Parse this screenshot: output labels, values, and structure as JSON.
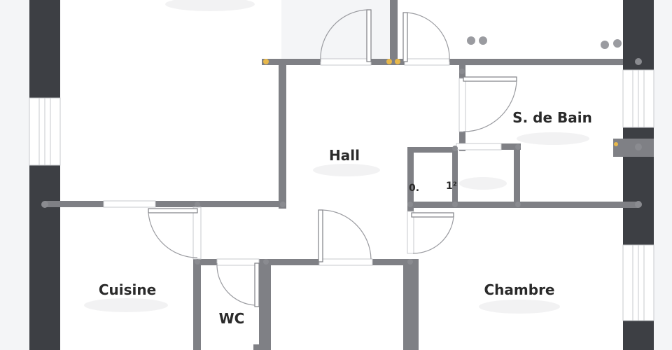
{
  "colors": {
    "background": "#f4f5f7",
    "room_fill": "#ffffff",
    "wall": "#7f8085",
    "outer_wall": "#3d3f44",
    "window": "#ffffff",
    "door_line": "#9a9ba0",
    "accent_point": "#e8b84a"
  },
  "rooms": {
    "hall": "Hall",
    "bathroom": "S. de Bain",
    "kitchen": "Cuisine",
    "wc": "WC",
    "bedroom": "Chambre"
  },
  "closet_area": {
    "value_prefix": "0.",
    "unit_fragment": "1²"
  }
}
